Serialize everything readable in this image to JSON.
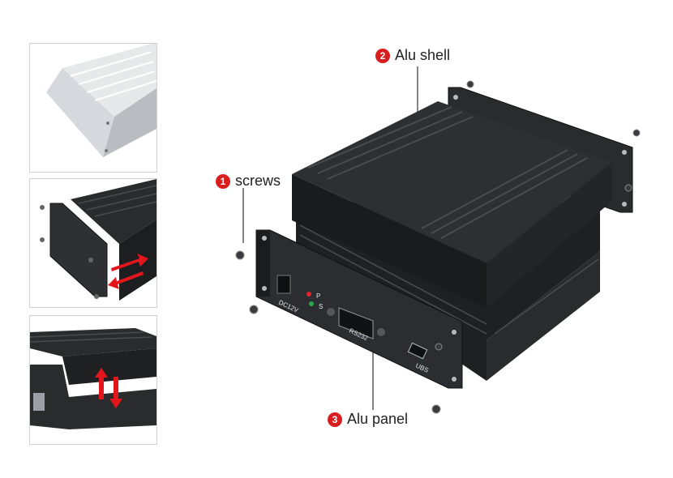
{
  "colors": {
    "accent": "#d81e1e",
    "enclosure": "#2a2b2d",
    "silver": "#c9ccd0",
    "arrow": "#e3161b",
    "led_red": "#e0242a",
    "led_green": "#25a845"
  },
  "callouts": [
    {
      "number": "1",
      "label": "screws"
    },
    {
      "number": "2",
      "label": "Alu shell"
    },
    {
      "number": "3",
      "label": "Alu panel"
    }
  ],
  "panel": {
    "dc_label": "DC12V",
    "led_p": "P",
    "led_s": "S",
    "serial_label": "RS232",
    "usb_label": "UBS"
  }
}
